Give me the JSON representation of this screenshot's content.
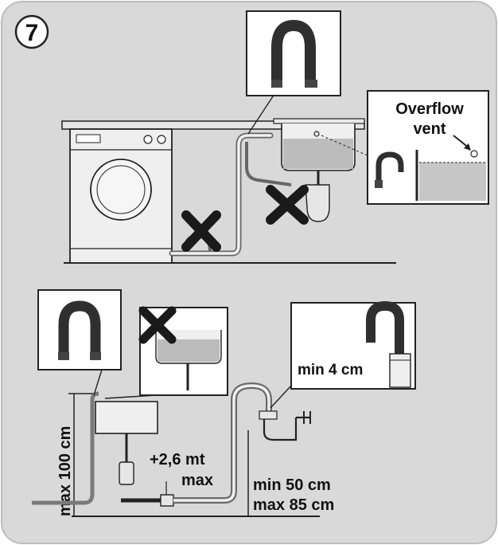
{
  "step": {
    "number": "7"
  },
  "top": {
    "overflow_label_line1": "Overflow",
    "overflow_label_line2": "vent"
  },
  "bottom": {
    "max_height": "max 100 cm",
    "hose_ext_line1": "+2,6 mt",
    "hose_ext_line2": "max",
    "min_height": "min 50 cm",
    "max_height_standpipe": "max 85 cm",
    "min_insert": "min 4 cm"
  },
  "colors": {
    "panel": "#d9d9d9",
    "line": "#222222",
    "water": "#bcbcbc",
    "hose": "#3a3a3a"
  }
}
